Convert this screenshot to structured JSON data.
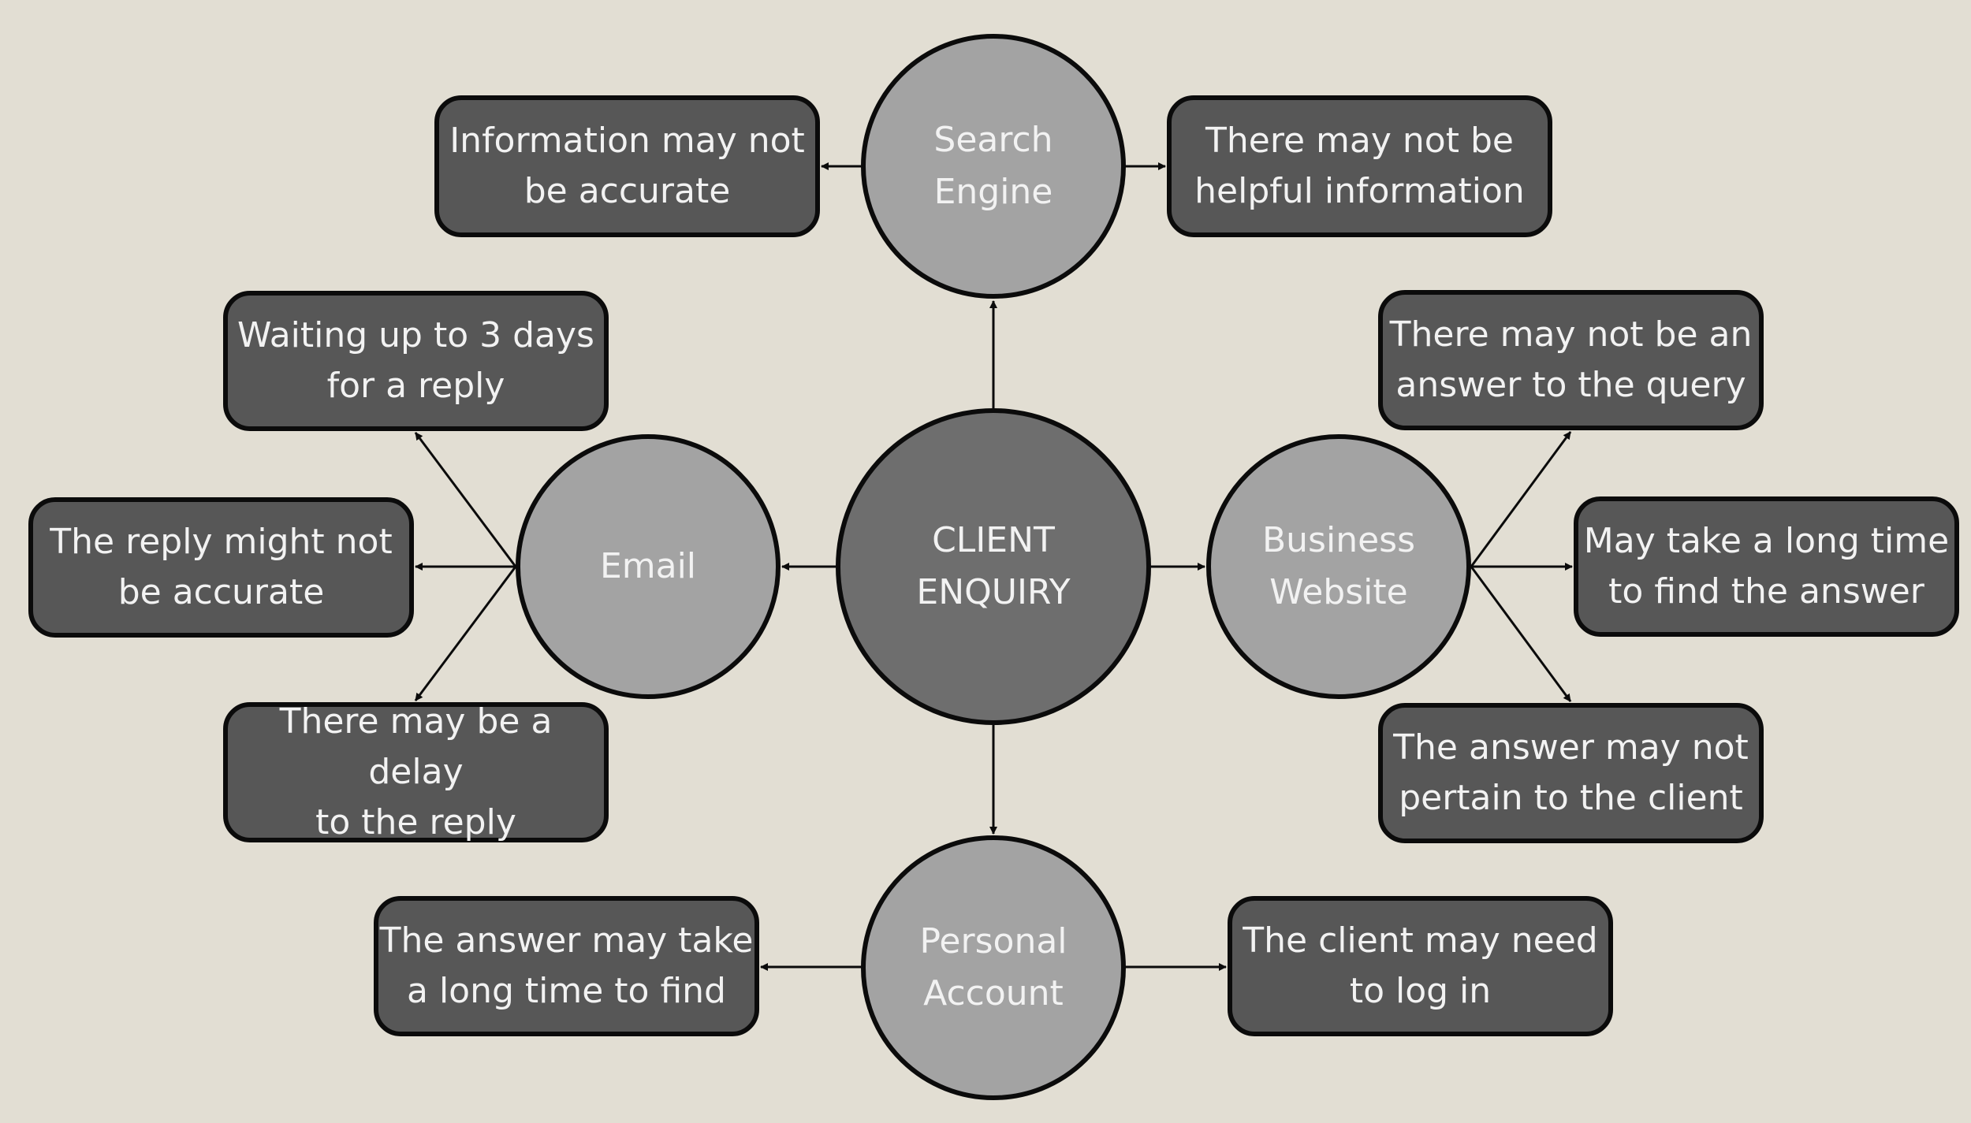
{
  "diagram": {
    "colors": {
      "background": "#e2ded3",
      "center_fill": "#6e6e6e",
      "channel_fill": "#a3a3a3",
      "note_fill": "#575757",
      "outline": "#0b0b0b",
      "text": "#f2f2f2"
    },
    "center": {
      "label": "CLIENT\nENQUIRY"
    },
    "channels": {
      "search": {
        "label": "Search\nEngine"
      },
      "email": {
        "label": "Email"
      },
      "website": {
        "label": "Business\nWebsite"
      },
      "account": {
        "label": "Personal\nAccount"
      }
    },
    "notes": {
      "search_left": "Information may not\nbe accurate",
      "search_right": "There may not be\nhelpful information",
      "email_top": "Waiting up to 3 days\nfor a reply",
      "email_mid": "The reply might not\nbe accurate",
      "email_bottom": "There may be a delay\nto the reply",
      "website_top": "There may not be an\nanswer to the query",
      "website_mid": "May take a long time\nto find the answer",
      "website_bottom": "The answer may not\npertain to the client",
      "account_left": "The answer may take\na long time to find",
      "account_right": "The client may need\nto log in"
    }
  }
}
